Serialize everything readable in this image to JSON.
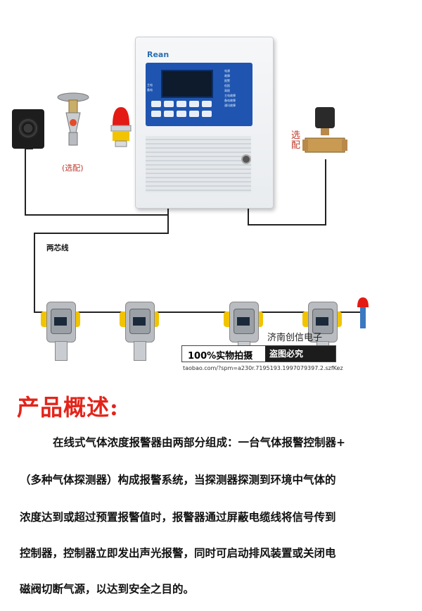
{
  "diagram": {
    "brand": "Rean",
    "panel_side_labels": [
      "电源",
      "故障",
      "报警",
      "低报",
      "高报",
      "主电故障",
      "备电故障",
      "通讯故障"
    ],
    "panel_left_labels": [
      "主电",
      "备电"
    ],
    "optional_left": "(选配)",
    "optional_right": "选配",
    "cable_label": "两芯线"
  },
  "watermark": {
    "company": "济南创信电子",
    "real_photo": "100%实物拍摄",
    "no_copy": "盗图必究",
    "url": "taobao.com/?spm=a230r.7195193.1997079397.2.szfKez"
  },
  "content": {
    "title": "产品概述:",
    "lines": [
      "在线式气体浓度报警器由两部分组成：一台气体报警控制器+",
      "（多种气体探测器）构成报警系统，当探测器探测到环境中气体的",
      "浓度达到或超过预置报警值时，报警器通过屏蔽电缆线将信号传到",
      "控制器，控制器立即发出声光报警，同时可启动排风装置或关闭电",
      "磁阀切断气源，以达到安全之目的。"
    ]
  }
}
